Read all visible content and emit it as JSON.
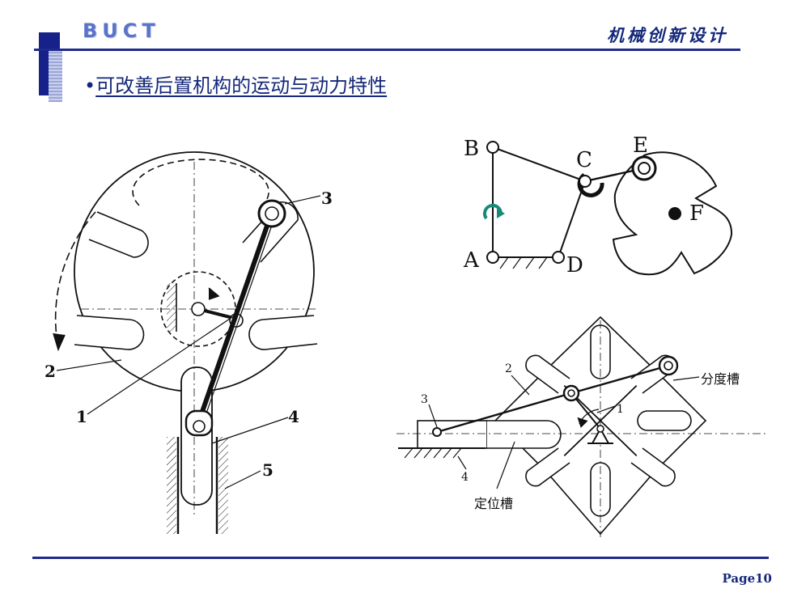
{
  "header": {
    "logo": "BUCT",
    "course": "机械创新设计",
    "bullet": "•",
    "title": "可改善后置机构的运动与动力特性"
  },
  "figure_left": {
    "labels": {
      "n1": "1",
      "n2": "2",
      "n3": "3",
      "n4": "4",
      "n5": "5"
    }
  },
  "figure_top_right": {
    "labels": {
      "A": "A",
      "B": "B",
      "C": "C",
      "D": "D",
      "E": "E",
      "F": "F"
    },
    "arrow_color": "#1a8a78"
  },
  "figure_bottom_right": {
    "labels": {
      "n1": "1",
      "n2": "2",
      "n3": "3",
      "n4": "4"
    },
    "index_slot": "分度槽",
    "locating_slot": "定位槽"
  },
  "footer": {
    "page": "Page10"
  },
  "colors": {
    "accent": "#1f2a8c",
    "logo": "#5b73c8"
  }
}
